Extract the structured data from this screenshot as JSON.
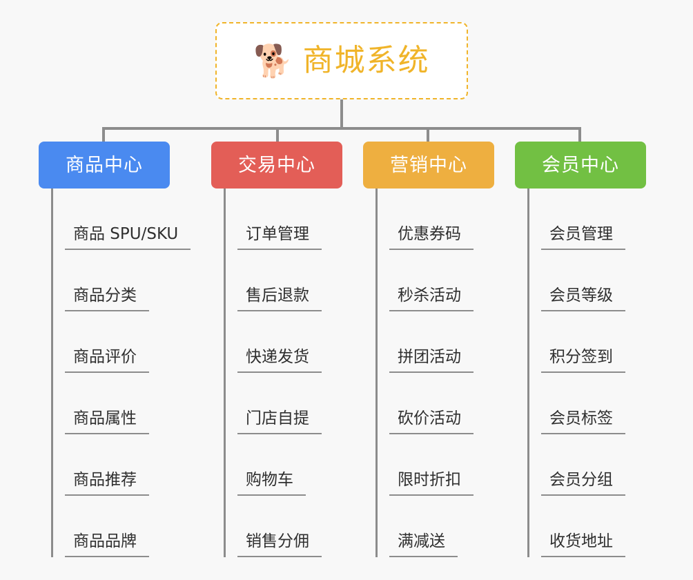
{
  "page": {
    "background_color": "#f8f8f8",
    "type": "mind-map"
  },
  "root": {
    "icon": "shiba-dog-face-icon",
    "icon_glyph": "🐕",
    "title": "商城系统",
    "accent_color": "#f0b429",
    "border_style": "dashed"
  },
  "branches": [
    {
      "label": "商品中心",
      "color": "#4a8af0",
      "items": [
        "商品 SPU/SKU",
        "商品分类",
        "商品评价",
        "商品属性",
        "商品推荐",
        "商品品牌"
      ]
    },
    {
      "label": "交易中心",
      "color": "#e35e57",
      "items": [
        "订单管理",
        "售后退款",
        "快递发货",
        "门店自提",
        "购物车",
        "销售分佣"
      ]
    },
    {
      "label": "营销中心",
      "color": "#eeaf40",
      "items": [
        "优惠券码",
        "秒杀活动",
        "拼团活动",
        "砍价活动",
        "限时折扣",
        "满减送"
      ]
    },
    {
      "label": "会员中心",
      "color": "#72c043",
      "items": [
        "会员管理",
        "会员等级",
        "积分签到",
        "会员标签",
        "会员分组",
        "收货地址"
      ]
    }
  ],
  "connector": {
    "color": "#8c8c8c"
  }
}
